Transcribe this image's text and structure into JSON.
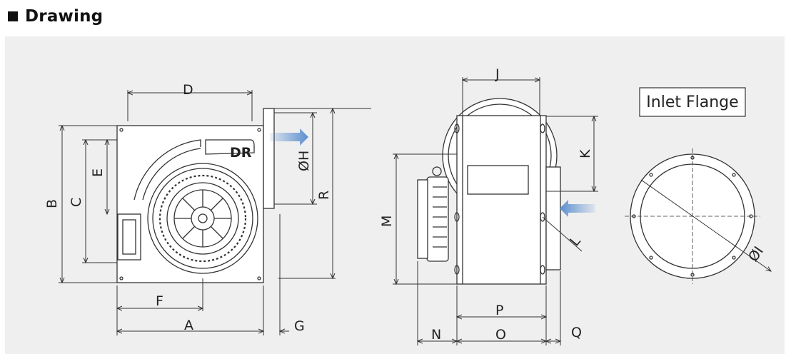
{
  "header": {
    "title": "Drawing",
    "marker_icon": "black-square-icon"
  },
  "inlet_flange_label": "Inlet Flange",
  "logo_text": "DR",
  "dimensions": {
    "A": "A",
    "B": "B",
    "C": "C",
    "D": "D",
    "E": "E",
    "F": "F",
    "G": "G",
    "H": "ØH",
    "I": "ØI",
    "J": "J",
    "K": "K",
    "L": "L",
    "M": "M",
    "N": "N",
    "O": "O",
    "P": "P",
    "Q": "Q",
    "R": "R"
  },
  "colors": {
    "panel": "#efefef",
    "line": "#333333",
    "airflow_arrow": "#5b8fd0"
  }
}
